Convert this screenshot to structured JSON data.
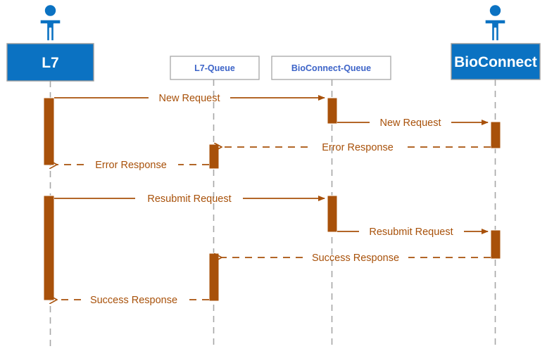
{
  "diagram": {
    "type": "sequence-diagram",
    "title": "",
    "colors": {
      "actor_box_fill": "#0B72C2",
      "actor_box_stroke": "#9C9C9C",
      "actor_box_text": "#FFFFFF",
      "actor_figure": "#0B72C2",
      "queue_box_fill": "#FFFFFF",
      "queue_box_stroke": "#A6A6A6",
      "queue_box_text": "#3D64C8",
      "lifeline": "#A6A6A6",
      "activation_fill": "#A8510A",
      "message_line": "#A8510A",
      "message_text": "#A8510A",
      "background": "#FFFFFF"
    },
    "participants": [
      {
        "id": "l7",
        "label": "L7",
        "kind": "actor",
        "icon": "person-icon"
      },
      {
        "id": "l7q",
        "label": "L7-Queue",
        "kind": "queue",
        "icon": ""
      },
      {
        "id": "bcq",
        "label": "BioConnect-Queue",
        "kind": "queue",
        "icon": ""
      },
      {
        "id": "bc",
        "label": "BioConnect",
        "kind": "actor",
        "icon": "person-icon"
      }
    ],
    "messages": [
      {
        "index": 1,
        "label": "New Request",
        "from": "l7",
        "to": "bcq",
        "style": "solid",
        "direction": "right"
      },
      {
        "index": 2,
        "label": "New Request",
        "from": "bcq",
        "to": "bc",
        "style": "solid",
        "direction": "right"
      },
      {
        "index": 3,
        "label": "Error Response",
        "from": "bc",
        "to": "l7q",
        "style": "dashed",
        "direction": "left"
      },
      {
        "index": 4,
        "label": "Error Response",
        "from": "l7q",
        "to": "l7",
        "style": "dashed",
        "direction": "left"
      },
      {
        "index": 5,
        "label": "Resubmit Request",
        "from": "l7",
        "to": "bcq",
        "style": "solid",
        "direction": "right"
      },
      {
        "index": 6,
        "label": "Resubmit Request",
        "from": "bcq",
        "to": "bc",
        "style": "solid",
        "direction": "right"
      },
      {
        "index": 7,
        "label": "Success Response",
        "from": "bc",
        "to": "l7q",
        "style": "dashed",
        "direction": "left"
      },
      {
        "index": 8,
        "label": "Success Response",
        "from": "l7q",
        "to": "l7",
        "style": "dashed",
        "direction": "left"
      }
    ]
  }
}
